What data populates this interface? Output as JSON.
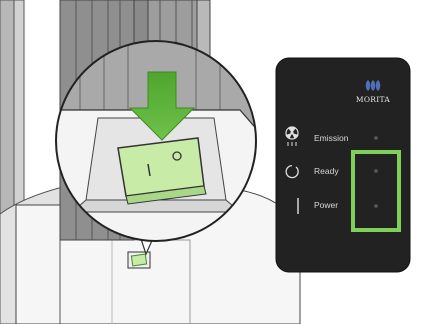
{
  "panel": {
    "brand": "MORITA",
    "indicators": [
      {
        "label": "Emission",
        "icon": "radiation-icon",
        "lit": false
      },
      {
        "label": "Ready",
        "icon": "ready-ring-icon",
        "lit": false
      },
      {
        "label": "Power",
        "icon": "power-bar-icon",
        "lit": false
      }
    ],
    "highlighted": [
      "Ready",
      "Power"
    ]
  },
  "switch": {
    "on_mark": "|",
    "off_mark": "o",
    "action": "press-down"
  },
  "colors": {
    "highlight": "#7ed05a",
    "switch_green": "#c8eba7",
    "panel_bg": "#222222",
    "arrow": "#5cb43a"
  }
}
